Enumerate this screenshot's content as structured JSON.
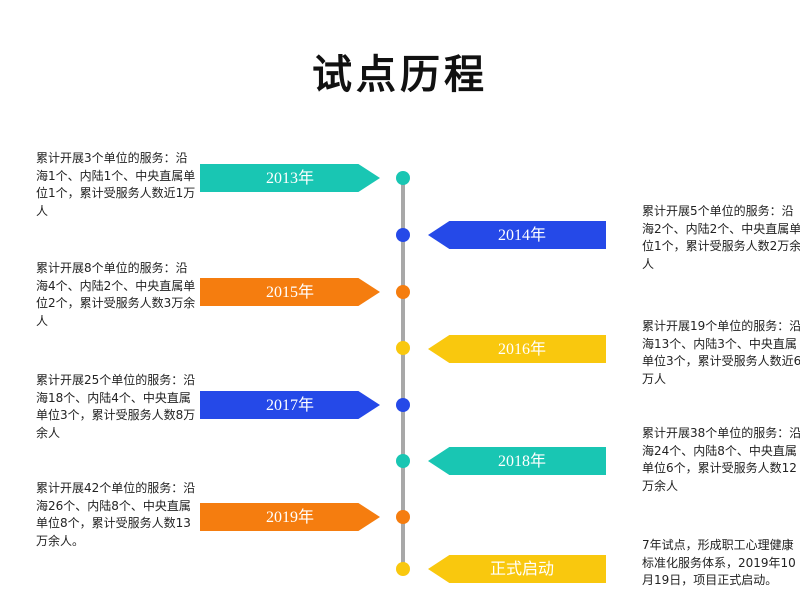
{
  "title": "试点历程",
  "colors": {
    "teal": "#19c6b3",
    "blue": "#2549e8",
    "orange": "#f57d0f",
    "yellow": "#f9c80e",
    "axis": "#a8a8a8"
  },
  "milestones": [
    {
      "label": "2013年",
      "side": "left",
      "color": "#19c6b3",
      "desc": "累计开展3个单位的服务：沿海1个、内陆1个、中央直属单位1个，累计受服务人数近1万人"
    },
    {
      "label": "2014年",
      "side": "right",
      "color": "#2549e8",
      "desc": "累计开展5个单位的服务：沿海2个、内陆2个、中央直属单位1个，累计受服务人数2万余人"
    },
    {
      "label": "2015年",
      "side": "left",
      "color": "#f57d0f",
      "desc": "累计开展8个单位的服务：沿海4个、内陆2个、中央直属单位2个，累计受服务人数3万余人"
    },
    {
      "label": "2016年",
      "side": "right",
      "color": "#f9c80e",
      "desc": "累计开展19个单位的服务：沿海13个、内陆3个、中央直属单位3个，累计受服务人数近6万人"
    },
    {
      "label": "2017年",
      "side": "left",
      "color": "#2549e8",
      "desc": "累计开展25个单位的服务：沿海18个、内陆4个、中央直属单位3个，累计受服务人数8万余人"
    },
    {
      "label": "2018年",
      "side": "right",
      "color": "#19c6b3",
      "desc": "累计开展38个单位的服务：沿海24个、内陆8个、中央直属单位6个，累计受服务人数12万余人"
    },
    {
      "label": "2019年",
      "side": "left",
      "color": "#f57d0f",
      "desc": "累计开展42个单位的服务：沿海26个、内陆8个、中央直属单位8个，累计受服务人数13万余人。"
    },
    {
      "label": "正式启动",
      "side": "right",
      "color": "#f9c80e",
      "desc": "7年试点，形成职工心理健康标准化服务体系，2019年10月19日，项目正式启动。"
    }
  ]
}
